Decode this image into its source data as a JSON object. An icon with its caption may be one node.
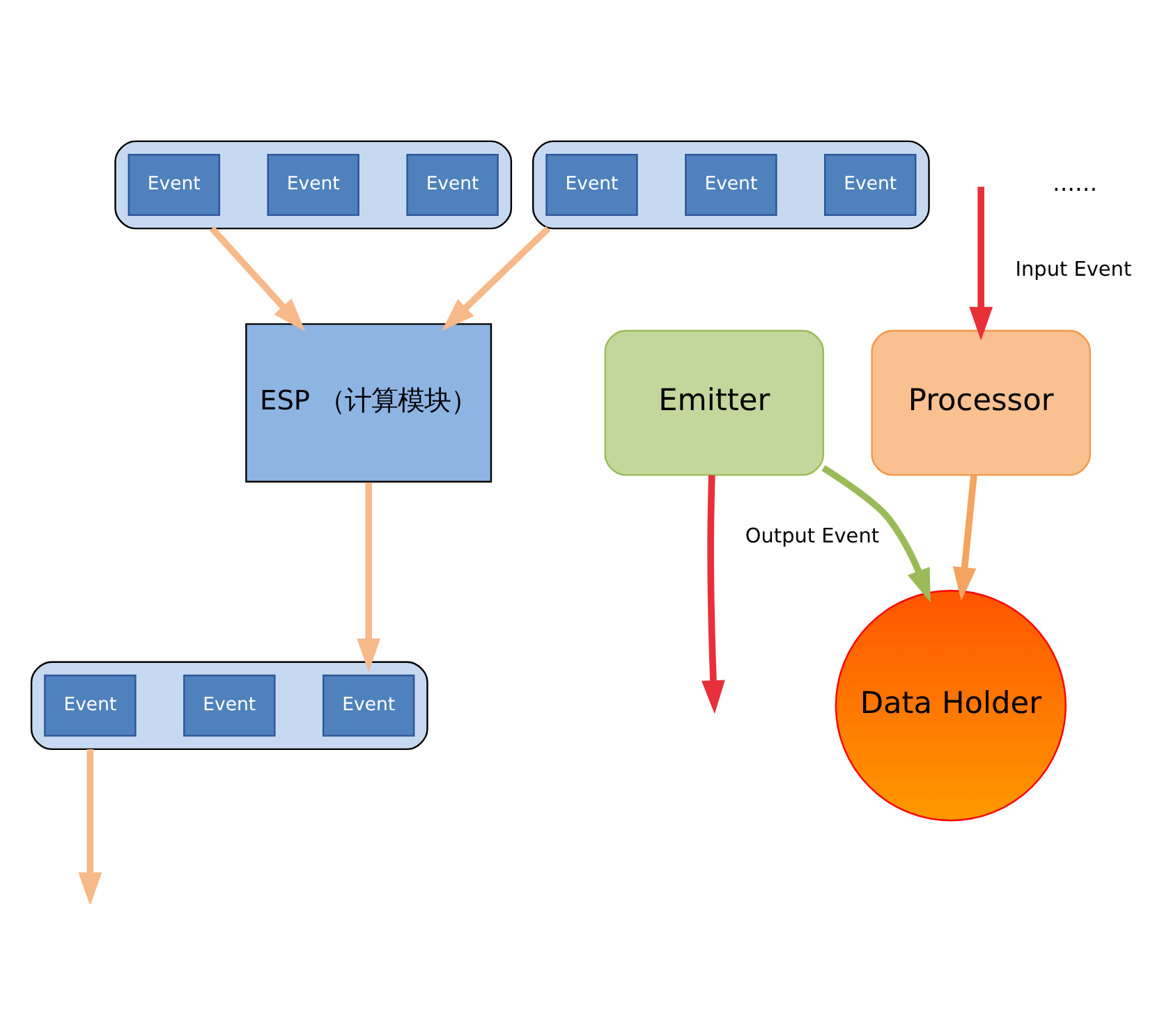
{
  "diagram": {
    "nodes": [
      {
        "text": [],
        "shape": "box"
      },
      {
        "text": [
          "Event"
        ],
        "in": 0
      },
      {
        "text": [
          "Event"
        ],
        "in": 0
      },
      {
        "text": [
          "Event"
        ],
        "in": 0
      },
      {
        "text": [],
        "shape": "box"
      },
      {
        "text": [
          "Event"
        ],
        "in": 4
      },
      {
        "text": [
          "Event"
        ],
        "in": 4
      },
      {
        "text": [
          "Event"
        ],
        "in": 4
      },
      {
        "text": [
          "ESP （计算模块）"
        ]
      },
      {
        "text": [],
        "shape": "box"
      },
      {
        "text": [
          "Event"
        ],
        "in": 9
      },
      {
        "text": [
          "Event"
        ],
        "in": 9
      },
      {
        "text": [
          "Event"
        ],
        "in": 9
      },
      {
        "text": [
          "Emitter"
        ]
      },
      {
        "text": [
          "Processor"
        ]
      },
      {
        "text": [
          "Data Holder"
        ]
      }
    ],
    "edges": [
      {
        "from": 0,
        "to": 8,
        "arrow": "to"
      },
      {
        "from": 4,
        "to": 8,
        "arrow": "to"
      },
      {
        "from": 8,
        "to": 9,
        "arrow": "to"
      },
      {
        "from": 9,
        "to": null,
        "arrow": "to"
      },
      {
        "from": 13,
        "to": null,
        "arrow": "to",
        "label": "Output Event",
        "color": "#e8303a"
      },
      {
        "from": 13,
        "to": 15,
        "arrow": "to",
        "color": "#9bbb59"
      },
      {
        "from": null,
        "to": 14,
        "arrow": "to",
        "label": "Input Event",
        "color": "#e8303a"
      },
      {
        "from": 14,
        "to": 15,
        "arrow": "to",
        "color": "#f4a460"
      }
    ],
    "labels": [
      "......"
    ]
  }
}
